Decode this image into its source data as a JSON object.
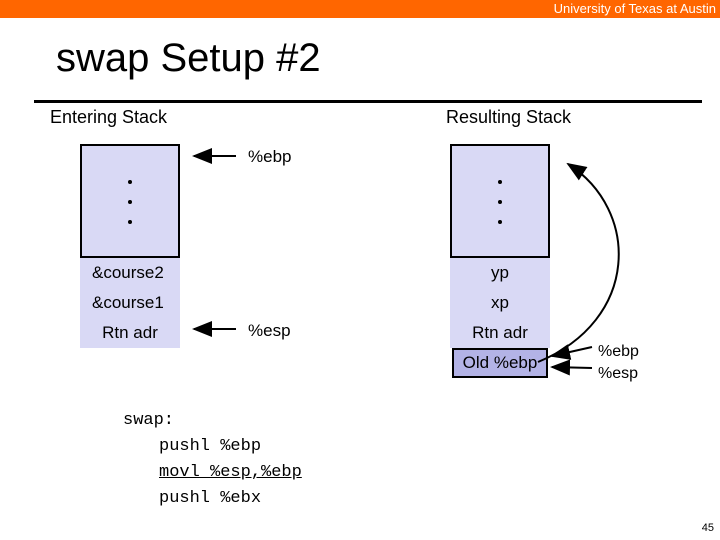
{
  "header": {
    "institution": "University of Texas at Austin"
  },
  "slide": {
    "title": "swap Setup #2",
    "page_number": "45"
  },
  "left_stack": {
    "heading": "Entering Stack",
    "cells": [
      "&course2",
      "&course1",
      "Rtn adr"
    ]
  },
  "pointers_left": {
    "ebp": "%ebp",
    "esp": "%esp"
  },
  "right_stack": {
    "heading": "Resulting Stack",
    "cells": [
      "yp",
      "xp",
      "Rtn adr",
      "Old %ebp"
    ]
  },
  "pointers_right": {
    "ebp": "%ebp",
    "esp": "%esp"
  },
  "code": {
    "label": "swap:",
    "lines": [
      "pushl %ebp",
      "movl %esp,%ebp",
      "pushl %ebx"
    ]
  },
  "colors": {
    "accent_bar": "#ff6600",
    "stack_fill": "#d9d9f5",
    "highlight_fill": "#b3b3e6"
  }
}
